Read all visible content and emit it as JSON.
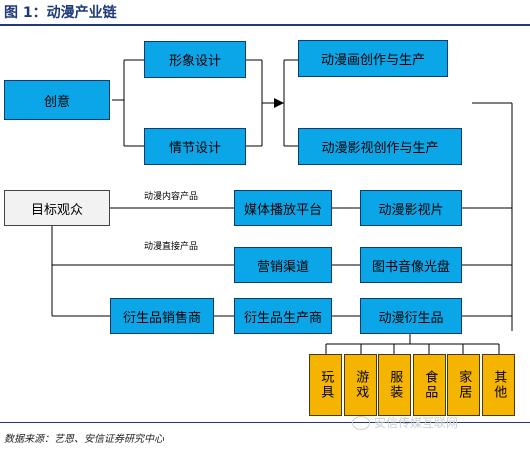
{
  "figure": {
    "title": "图 1：动漫产业链",
    "source": "数据来源：艺恩、安信证券研究中心",
    "watermark": "安信传媒互联网",
    "watermark_icon": "wechat-icon"
  },
  "nodes": {
    "creative": "创意",
    "image_design": "形象设计",
    "plot_design": "情节设计",
    "comic_creation": "动漫画创作与生产",
    "film_creation": "动漫影视创作与生产",
    "audience": "目标观众",
    "media_platform": "媒体播放平台",
    "film_product": "动漫影视片",
    "marketing_channel": "营销渠道",
    "books_av": "图书音像光盘",
    "derivative_seller": "衍生品销售商",
    "derivative_producer": "衍生品生产商",
    "derivative_product": "动漫衍生品"
  },
  "edge_labels": {
    "content_product": "动漫内容产品",
    "direct_product": "动漫直接产品"
  },
  "categories": [
    "玩具",
    "游戏",
    "服装",
    "食品",
    "家居",
    "其他"
  ],
  "colors": {
    "blue": "#0aa6e8",
    "yellow": "#f5b400",
    "gray": "#f2f2f2",
    "title": "#1f3a7a"
  }
}
